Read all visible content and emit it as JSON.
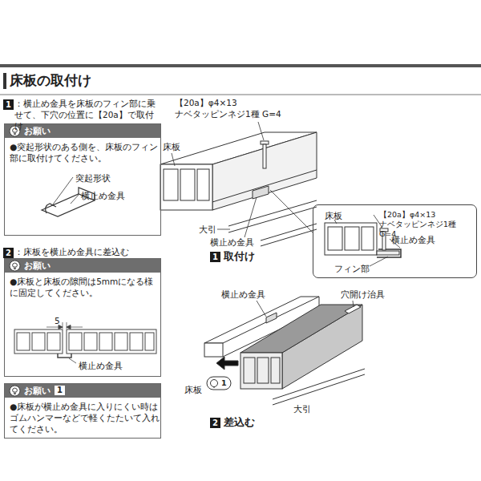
{
  "diagram": {
    "title": "床板の取付け",
    "nodes": [
      {
        "text": [
          "お願い",
          "●突起形状のある側を、床板のフィン部に取付けてください。",
          "突起形状",
          "横止め金具"
        ]
      },
      {
        "text": [
          "床板",
          "【20a】φ4×13 ナベタッピンネジ1種 G=4",
          "横止め金具",
          "フィン部"
        ]
      },
      {
        "text": [
          "お願い",
          "●床板と床板の隙間は5mmになる様に固定してください。",
          "5",
          "横止め金具"
        ]
      },
      {
        "text": [
          "お願い",
          "1",
          "●床板が横止め金具に入りにくい時はゴムハンマーなどで軽くたたいて入れてください。"
        ]
      }
    ],
    "labels": [
      "1",
      "：横止め金具を床板のフィン部に乗せて、下穴の位置に【20a】で取付け",
      "【20a】φ4×13 ナベタッピンネジ1種 G=4",
      "床板",
      "大引",
      "横止め金具",
      "1",
      "取付け",
      "2",
      "：床板を横止め金具に差込む",
      "横止め金具",
      "穴開け治具",
      "床板",
      "1",
      "大引",
      "2",
      "差込む"
    ]
  }
}
